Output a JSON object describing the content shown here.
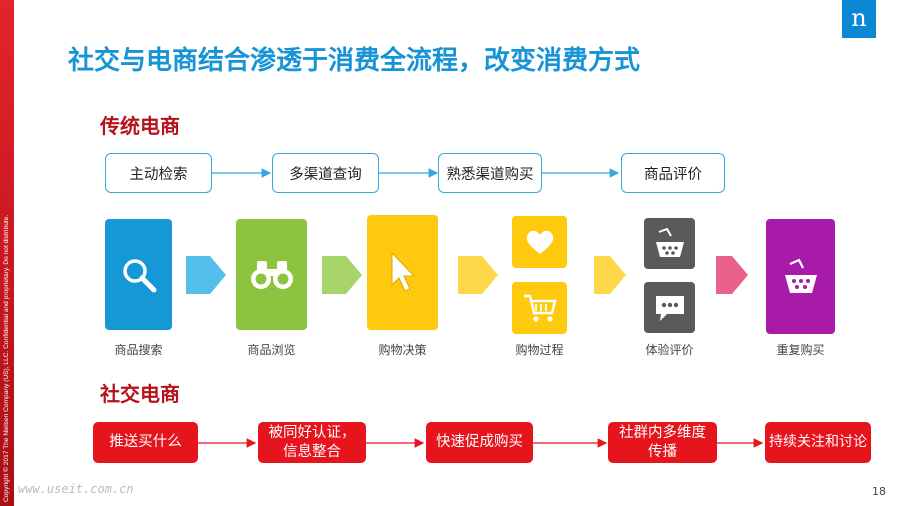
{
  "title": "社交与电商结合渗透于消费全流程，改变消费方式",
  "logo_letter": "n",
  "copyright": "Copyright © 2017 The Nielsen Company (US), LLC. Confidential and proprietary. Do not distribute.",
  "traditional": {
    "heading": "传统电商",
    "steps": [
      "主动检索",
      "多渠道查询",
      "熟悉渠道购买",
      "商品评价"
    ],
    "stages": [
      {
        "label": "商品搜索",
        "color": "#1698d6",
        "icon": "search-icon"
      },
      {
        "label": "商品浏览",
        "color": "#8cc43f",
        "icon": "binoculars-icon"
      },
      {
        "label": "购物决策",
        "color": "#ffc90e",
        "icon": "cursor-icon"
      },
      {
        "label": "购物过程",
        "color": "#ffc90e",
        "icon": "heart-cart-icon"
      },
      {
        "label": "体验评价",
        "color": "#5a5a5a",
        "icon": "basket-comment-icon"
      },
      {
        "label": "重复购买",
        "color": "#a81aa8",
        "icon": "basket-icon"
      }
    ]
  },
  "social": {
    "heading": "社交电商",
    "steps": [
      [
        "推送买什么"
      ],
      [
        "被同好认证，",
        "信息整合"
      ],
      [
        "快速促成购买"
      ],
      [
        "社群内多维度",
        "传播"
      ],
      [
        "持续关注和讨论"
      ]
    ]
  },
  "page_number": "18",
  "watermark": "www.useit.com.cn"
}
